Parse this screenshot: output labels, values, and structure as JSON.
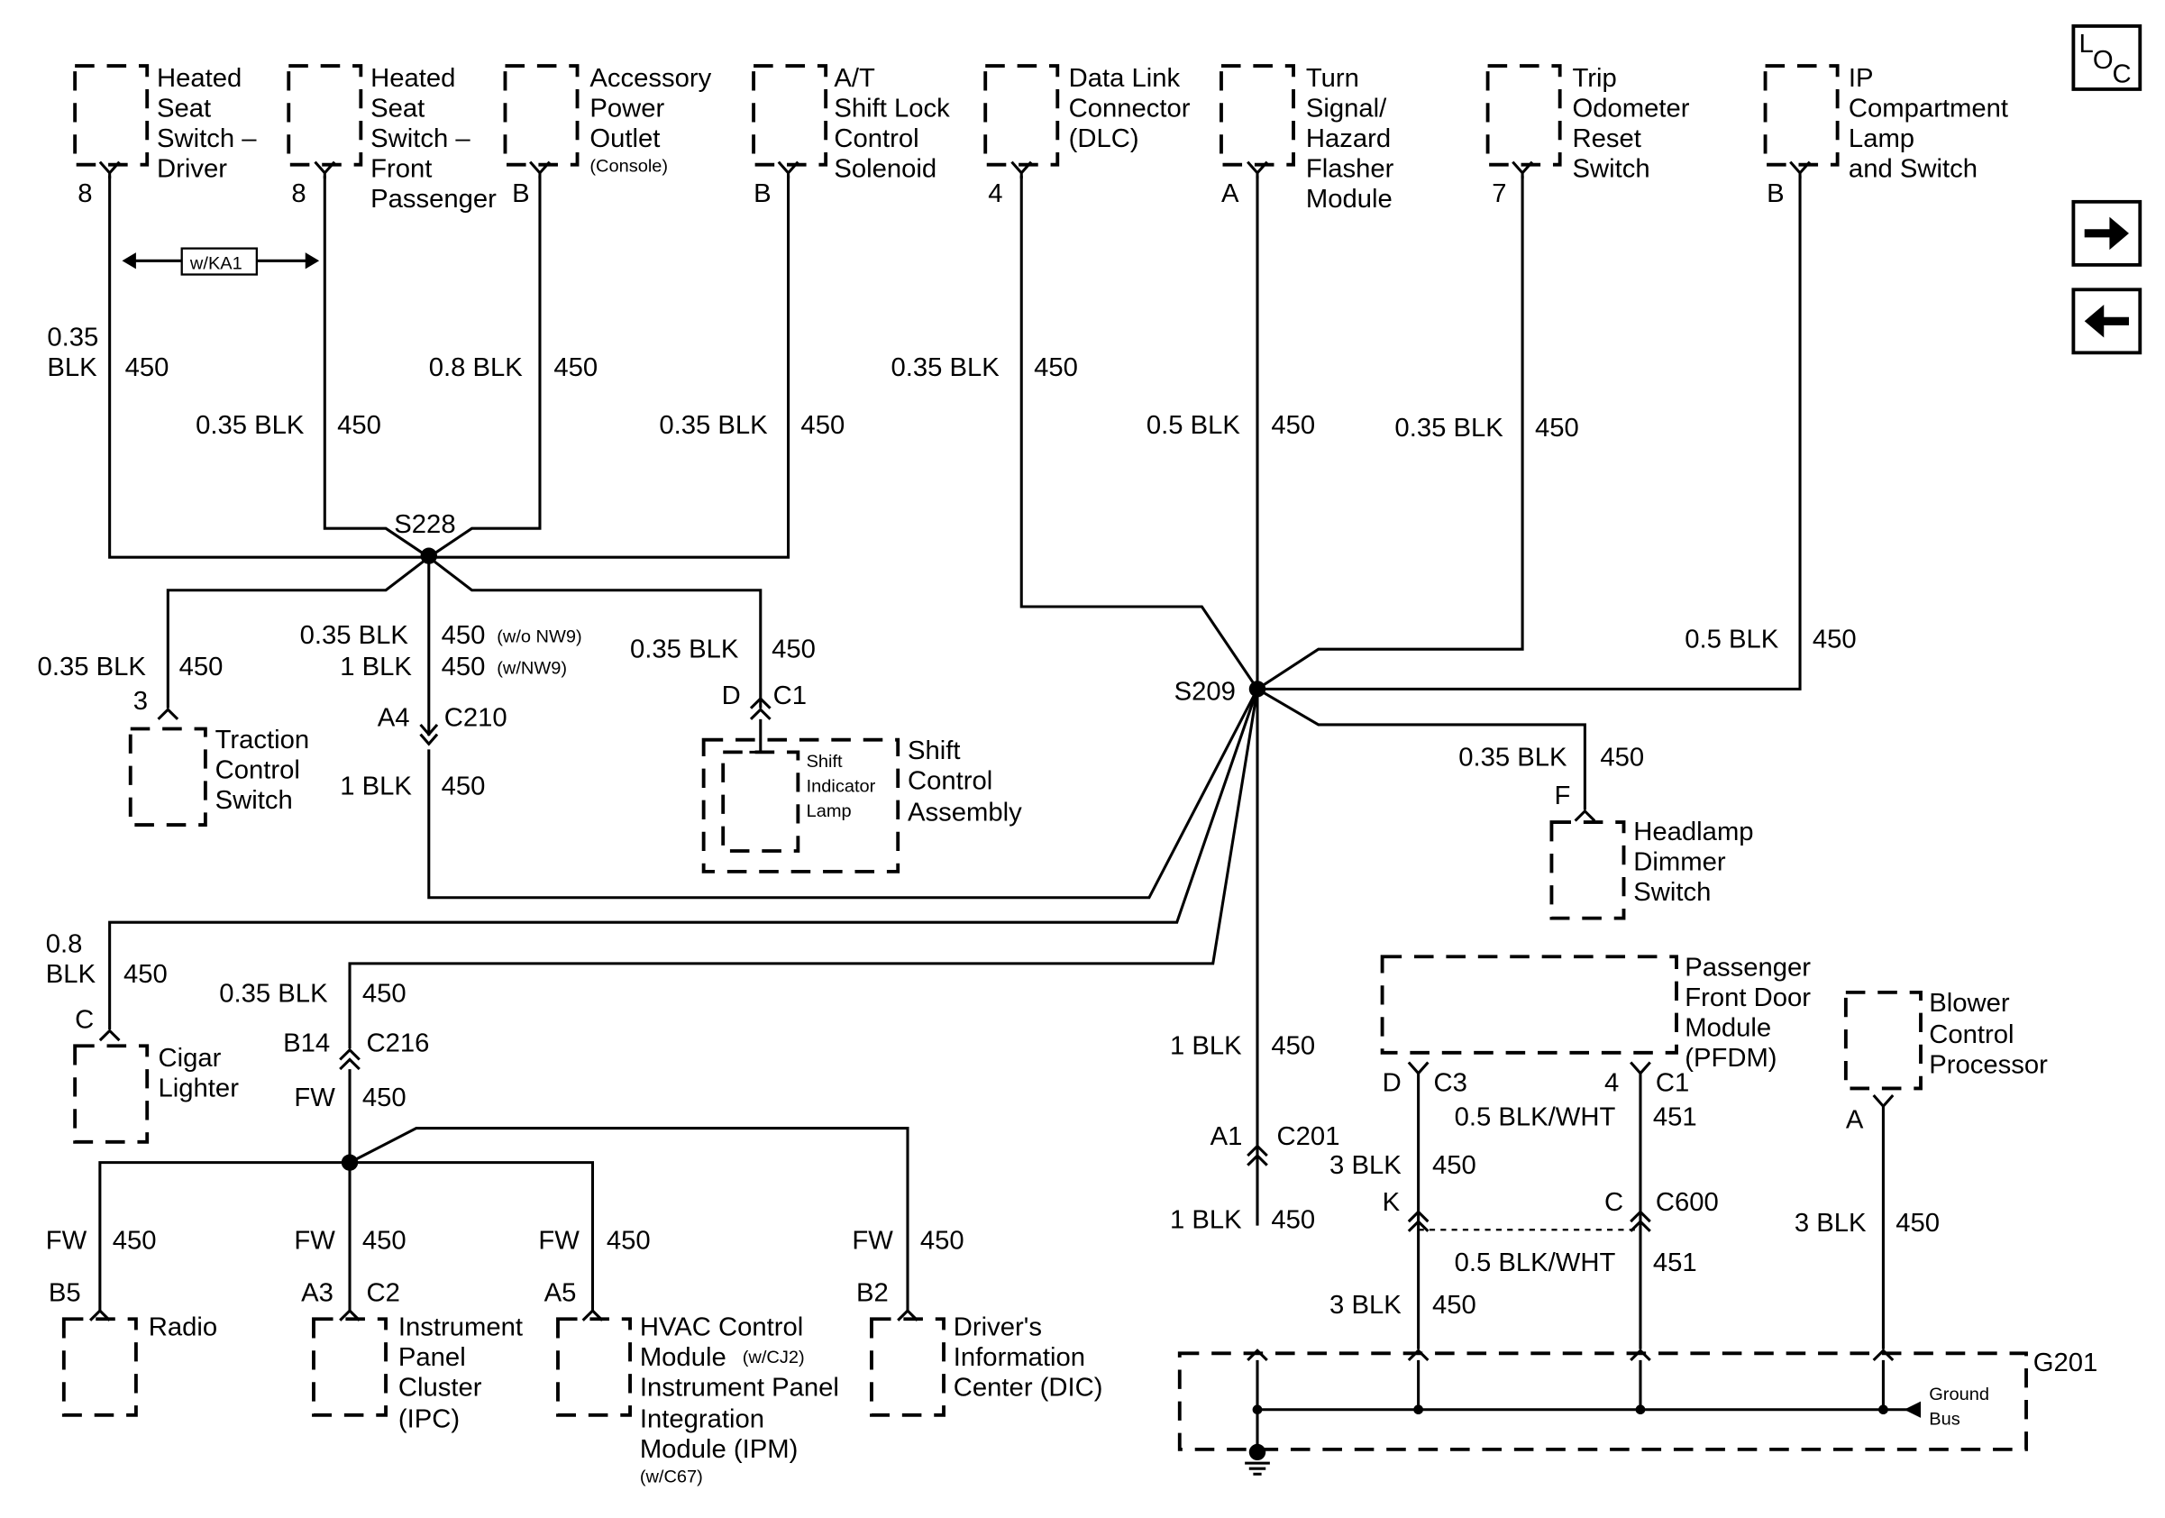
{
  "components": {
    "heated_seat_driver": [
      "Heated",
      "Seat",
      "Switch –",
      "Driver"
    ],
    "heated_seat_passenger": [
      "Heated",
      "Seat",
      "Switch –",
      "Front",
      "Passenger"
    ],
    "accessory_power_outlet": [
      "Accessory",
      "Power",
      "Outlet"
    ],
    "accessory_power_outlet_note": "(Console)",
    "at_shift_lock": [
      "A/T",
      "Shift Lock",
      "Control",
      "Solenoid"
    ],
    "data_link_connector": [
      "Data Link",
      "Connector",
      "(DLC)"
    ],
    "turn_signal_flasher": [
      "Turn",
      "Signal/",
      "Hazard",
      "Flasher",
      "Module"
    ],
    "trip_odometer": [
      "Trip",
      "Odometer",
      "Reset",
      "Switch"
    ],
    "ip_compartment_lamp": [
      "IP",
      "Compartment",
      "Lamp",
      "and Switch"
    ],
    "traction_control": [
      "Traction",
      "Control",
      "Switch"
    ],
    "shift_indicator_lamp": [
      "Shift",
      "Indicator",
      "Lamp"
    ],
    "shift_control_assembly": [
      "Shift",
      "Control",
      "Assembly"
    ],
    "headlamp_dimmer": [
      "Headlamp",
      "Dimmer",
      "Switch"
    ],
    "cigar_lighter": [
      "Cigar",
      "Lighter"
    ],
    "pfdm": [
      "Passenger",
      "Front Door",
      "Module",
      "(PFDM)"
    ],
    "blower_control": [
      "Blower",
      "Control",
      "Processor"
    ],
    "radio": [
      "Radio"
    ],
    "ipc": [
      "Instrument",
      "Panel",
      "Cluster",
      "(IPC)"
    ],
    "hvac": [
      "HVAC Control",
      "Module",
      "Instrument Panel",
      "Integration",
      "Module (IPM)"
    ],
    "hvac_note1": "(w/CJ2)",
    "hvac_note2": "(w/C67)",
    "dic": [
      "Driver's",
      "Information",
      "Center (DIC)"
    ]
  },
  "pins": {
    "heated_seat_driver": "8",
    "heated_seat_passenger": "8",
    "accessory_power_outlet": "B",
    "at_shift_lock": "B",
    "data_link_connector": "4",
    "turn_signal_flasher": "A",
    "trip_odometer": "7",
    "ip_compartment_lamp": "B",
    "traction_control": "3",
    "shift_d": "D",
    "shift_c1": "C1",
    "c210_pin": "A4",
    "c210": "C210",
    "headlamp_dimmer": "F",
    "cigar_lighter": "C",
    "c216_pin": "B14",
    "c216": "C216",
    "radio": "B5",
    "ipc_pin": "A3",
    "ipc_conn": "C2",
    "hvac": "A5",
    "dic": "B2",
    "c201_pin": "A1",
    "c201": "C201",
    "pfdm_d": "D",
    "pfdm_c3": "C3",
    "pfdm_4": "4",
    "pfdm_c1": "C1",
    "c600_k": "K",
    "c600_c": "C",
    "c600": "C600",
    "blower": "A"
  },
  "splices": {
    "s228": "S228",
    "s209": "S209"
  },
  "ground": {
    "name": "G201",
    "bus1": "Ground",
    "bus2": "Bus"
  },
  "wires": {
    "blk035": "0.35 BLK",
    "blk05": "0.5 BLK",
    "blk08": "0.8 BLK",
    "blk1": "1 BLK",
    "blk3": "3 BLK",
    "blkwht05": "0.5 BLK/WHT",
    "fw": "FW",
    "c450": "450",
    "c451": "451",
    "size035": "0.35",
    "size08": "0.8",
    "blk": "BLK",
    "wo_nw9": "(w/o NW9)",
    "w_nw9": "(w/NW9)",
    "option_ka1": "w/KA1"
  },
  "nav": {
    "loc_l": "L",
    "loc_o": "O",
    "loc_c": "C"
  }
}
